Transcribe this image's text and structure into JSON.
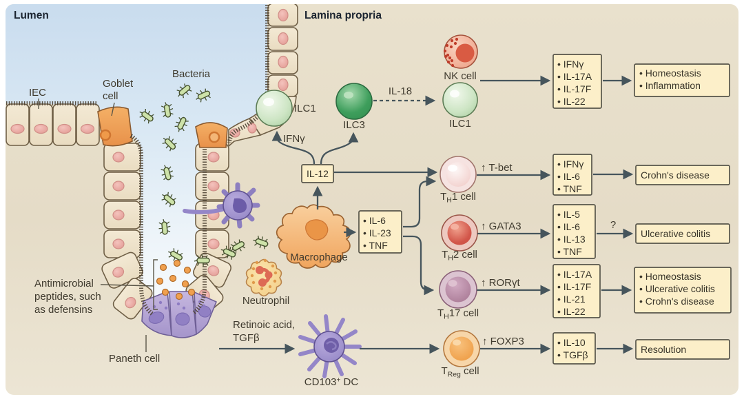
{
  "header": {
    "lumen": "Lumen",
    "lamina_propria": "Lamina propria"
  },
  "anatomy_labels": {
    "iec": "IEC",
    "goblet_line1": "Goblet",
    "goblet_line2": "cell",
    "bacteria": "Bacteria",
    "antimicrobial_line1": "Antimicrobial",
    "antimicrobial_line2": "peptides, such",
    "antimicrobial_line3": "as defensins",
    "paneth": "Paneth cell"
  },
  "cell_labels": {
    "ilc1_epithelium": "ILC1",
    "ilc3": "ILC3",
    "nk": "NK cell",
    "ilc1_lamina": "ILC1",
    "macrophage": "Macrophage",
    "neutrophil": "Neutrophil",
    "th1": {
      "t": "T",
      "sub": "H",
      "rest": "1 cell"
    },
    "th2": {
      "t": "T",
      "sub": "H",
      "rest": "2 cell"
    },
    "th17": {
      "t": "T",
      "sub": "H",
      "rest": "17 cell"
    },
    "treg": {
      "t": "T",
      "sub": "Reg",
      "rest": " cell"
    },
    "cd103_dc": {
      "t": "CD103",
      "sup": "+",
      "rest": " DC"
    }
  },
  "mediators": {
    "ifng": "IFNγ",
    "il12": "IL-12",
    "il18": "IL-18",
    "retinoic_line1": "Retinoic acid,",
    "retinoic_line2": "TGFβ",
    "uncertain": "?"
  },
  "transcription_factors": {
    "th1": "↑ T-bet",
    "th2": "↑ GATA3",
    "th17": "↑ RORγt",
    "treg": "↑ FOXP3"
  },
  "cytokine_boxes": {
    "macrophage": [
      "• IL-6",
      "• IL-23",
      "• TNF"
    ],
    "ilc": [
      "• IFNγ",
      "• IL-17A",
      "• IL-17F",
      "• IL-22"
    ],
    "th1": [
      "• IFNγ",
      "• IL-6",
      "• TNF"
    ],
    "th2": [
      "• IL-5",
      "• IL-6",
      "• IL-13",
      "• TNF"
    ],
    "th17": [
      "• IL-17A",
      "• IL-17F",
      "• IL-21",
      "• IL-22"
    ],
    "treg": [
      "• IL-10",
      "• TGFβ"
    ]
  },
  "outcomes": {
    "ilc": [
      "• Homeostasis",
      "• Inflammation"
    ],
    "th1": "Crohn's disease",
    "th2": "Ulcerative colitis",
    "th17": [
      "• Homeostasis",
      "• Ulcerative colitis",
      "• Crohn's disease"
    ],
    "treg": "Resolution"
  },
  "colors": {
    "background_beige": "#e7dfca",
    "lumen_blue": "#cddfee",
    "box_fill": "#fcefc9",
    "box_border": "#57554a",
    "arrow": "#46555c",
    "bacteria_green": "#cde2a9",
    "epithelium": "#f1e7d1",
    "goblet_orange": "#f0a155",
    "paneth_purple": "#b3a3d6",
    "nk_red": "#d95b43",
    "ilc1_green_light": "#c2dcb8",
    "ilc3_green_dark": "#2f8f4e",
    "th1_pink": "#f2cdc9",
    "th2_red": "#d2564a",
    "th17_mauve": "#b5849f",
    "treg_orange": "#ee9a3e",
    "dc_purple": "#9486c8",
    "macrophage_orange": "#f1a75f",
    "neutrophil_tan": "#f8d795"
  }
}
